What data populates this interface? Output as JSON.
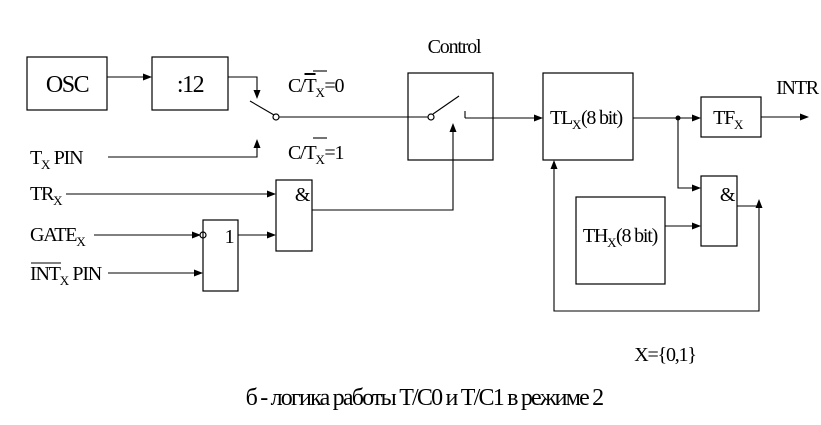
{
  "blocks": {
    "osc": "OSC",
    "divider": ":12",
    "control": "Control",
    "tl_main": "TL",
    "tl_sub": "X",
    "tl_bits": "(8 bit)",
    "th_main": "TH",
    "th_sub": "X",
    "th_bits": "(8 bit)",
    "tf_main": "TF",
    "tf_sub": "X",
    "and_top": "&",
    "and_bottom": "&",
    "or_gate": "1"
  },
  "signals": {
    "ct0_c": "C/",
    "ct0_t": "T",
    "ct0_sub": "X",
    "ct0_val": "=0",
    "ct1_c": "C/",
    "ct1_t": "T",
    "ct1_sub": "X",
    "ct1_val": "=1",
    "tx_main": "T",
    "tx_sub": "X",
    "tx_rest": " PIN",
    "tr_main": "TR",
    "tr_sub": "X",
    "gate_main": "GATE",
    "gate_sub": "X",
    "int_main": "INT",
    "int_sub": "X",
    "int_rest": " PIN",
    "intr": "INTR"
  },
  "note": "X={0,1}",
  "caption": "б - логика работы T/C0 и T/C1 в режиме 2"
}
